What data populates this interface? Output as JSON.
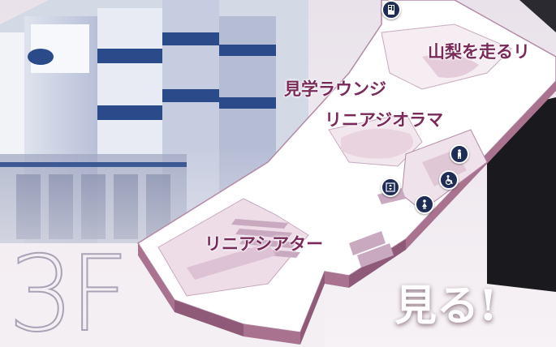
{
  "floor": {
    "label": "3F"
  },
  "rooms": {
    "lounge": "見学ラウンジ",
    "diorama": "リニアジオラマ",
    "theater": "リニアシアター",
    "running": "山梨を走るリ"
  },
  "headline": "見る!",
  "colors": {
    "accent": "#7a2a58",
    "floor_plan": "#c9a9bf",
    "pin": "#1f2d56",
    "building": "#2a4a8a"
  },
  "icons": [
    "vending-machine-icon",
    "male-restroom-icon",
    "accessible-restroom-icon",
    "female-restroom-icon",
    "elevator-icon"
  ]
}
